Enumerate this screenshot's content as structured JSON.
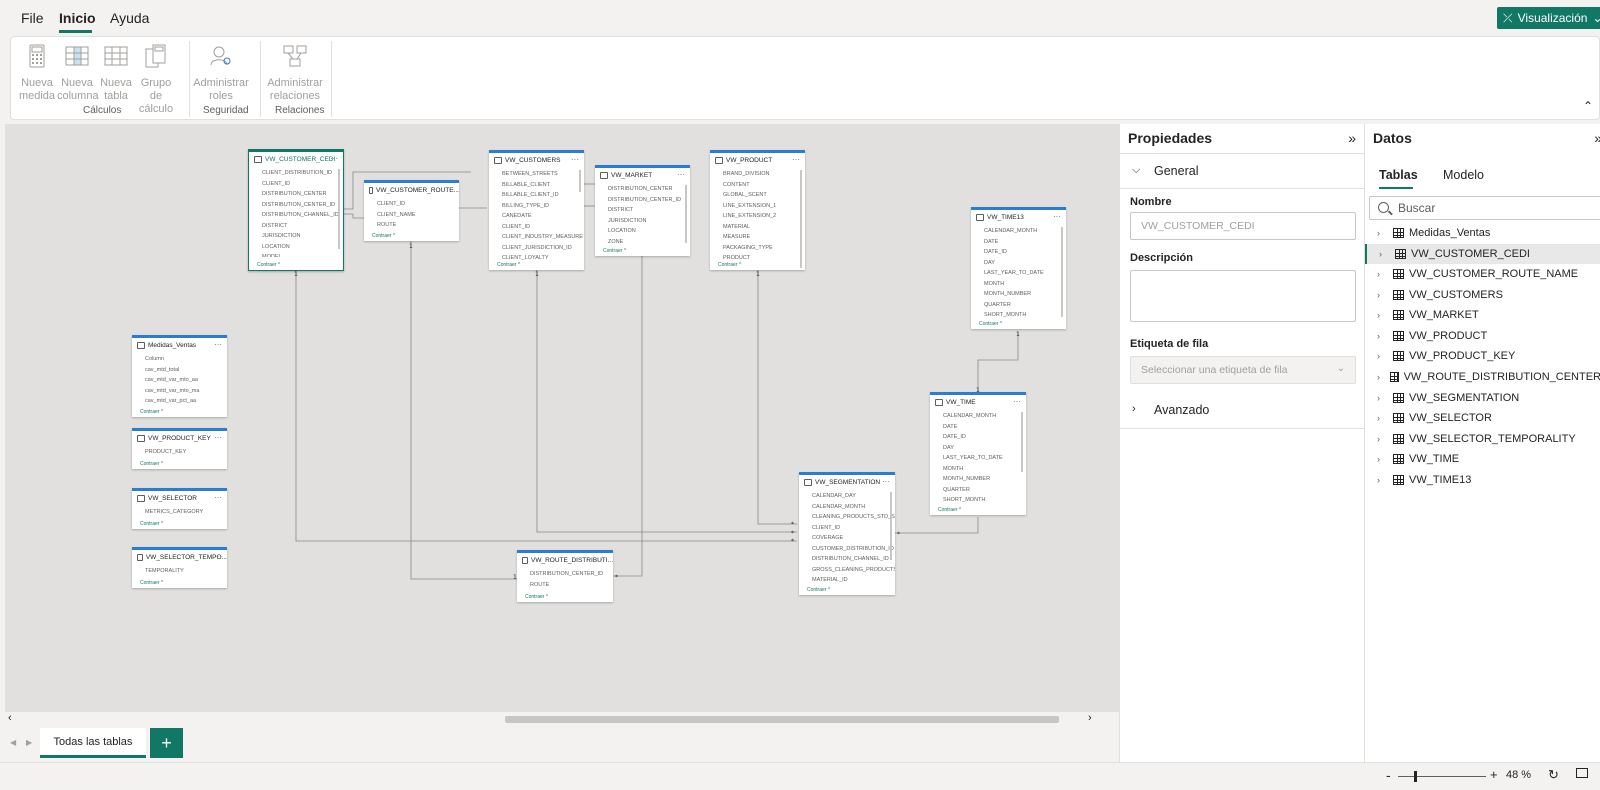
{
  "menu": {
    "file": "File",
    "inicio": "Inicio",
    "ayuda": "Ayuda",
    "visualizacion": "Visualización"
  },
  "ribbon": {
    "nueva_medida": "Nueva medida",
    "nueva_columna": "Nueva columna",
    "nueva_tabla": "Nueva tabla",
    "grupo_calculo": "Grupo de cálculo",
    "administrar_roles": "Administrar roles",
    "administrar_relaciones": "Administrar relaciones",
    "grupo_calculos": "Cálculos",
    "grupo_seguridad": "Seguridad",
    "grupo_relaciones": "Relaciones"
  },
  "canvas": {
    "contraer": "Contraer ^",
    "tables": [
      {
        "name": "VW_CUSTOMER_CEDI",
        "selected": true,
        "fields": [
          "CLIENT_DISTRIBUTION_ID",
          "CLIENT_ID",
          "DISTRIBUTION_CENTER",
          "DISTRIBUTION_CENTER_ID",
          "DISTRIBUTION_CHANNEL_ID",
          "DISTRICT",
          "JURISDICTION",
          "LOCATION",
          "MODEL"
        ]
      },
      {
        "name": "VW_CUSTOMER_ROUTE...",
        "selected": false,
        "fields": [
          "CLIENT_ID",
          "CLIENT_NAME",
          "ROUTE"
        ]
      },
      {
        "name": "VW_CUSTOMERS",
        "selected": false,
        "fields": [
          "BETWEEN_STREETS",
          "BILLABLE_CLIENT",
          "BILLABLE_CLIENT_ID",
          "BILLING_TYPE_ID",
          "CANEDATE",
          "CLIENT_ID",
          "CLIENT_INDUSTRY_MEASURE",
          "CLIENT_JURISDICTION_ID",
          "CLIENT_LOYALTY"
        ]
      },
      {
        "name": "VW_MARKET",
        "selected": false,
        "fields": [
          "DISTRIBUTION_CENTER",
          "DISTRIBUTION_CENTER_ID",
          "DISTRICT",
          "JURISDICTION",
          "LOCATION",
          "ZONE"
        ]
      },
      {
        "name": "VW_PRODUCT",
        "selected": false,
        "fields": [
          "BRAND_DIVISION",
          "CONTENT",
          "GLOBAL_SCENT",
          "LINE_EXTENSION_1",
          "LINE_EXTENSION_2",
          "MATERIAL",
          "MEASURE",
          "PACKAGING_TYPE",
          "PRODUCT"
        ]
      },
      {
        "name": "VW_TIME13",
        "selected": false,
        "fields": [
          "CALENDAR_MONTH",
          "DATE",
          "DATE_ID",
          "DAY",
          "LAST_YEAR_TO_DATE",
          "MONTH",
          "MONTH_NUMBER",
          "QUARTER",
          "SHORT_MONTH"
        ]
      },
      {
        "name": "Medidas_Ventas",
        "selected": false,
        "fields": [
          "Column",
          "cav_mtd_total",
          "cav_mtd_var_mto_aa",
          "cav_mtd_var_mto_ma",
          "cav_mtd_var_pct_aa"
        ]
      },
      {
        "name": "VW_PRODUCT_KEY",
        "selected": false,
        "fields": [
          "PRODUCT_KEY"
        ]
      },
      {
        "name": "VW_SELECTOR",
        "selected": false,
        "fields": [
          "METRICS_CATEGORY"
        ]
      },
      {
        "name": "VW_SELECTOR_TEMPO...",
        "selected": false,
        "fields": [
          "TEMPORALITY"
        ]
      },
      {
        "name": "VW_TIME",
        "selected": false,
        "fields": [
          "CALENDAR_MONTH",
          "DATE",
          "DATE_ID",
          "DAY",
          "LAST_YEAR_TO_DATE",
          "MONTH",
          "MONTH_NUMBER",
          "QUARTER",
          "SHORT_MONTH"
        ]
      },
      {
        "name": "VW_SEGMENTATION",
        "selected": false,
        "fields": [
          "CALENDAR_DAY",
          "CALENDAR_MONTH",
          "CLEANING_PRODUCTS_STD_SALES",
          "CLIENT_ID",
          "COVERAGE",
          "CUSTOMER_DISTRIBUTION_ID",
          "DISTRIBUTION_CHANNEL_ID",
          "GROSS_CLEANING_PRODUCTS_S...",
          "MATERIAL_ID"
        ]
      },
      {
        "name": "VW_ROUTE_DISTRIBUTI...",
        "selected": false,
        "fields": [
          "DISTRIBUTION_CENTER_ID",
          "ROUTE"
        ]
      }
    ],
    "rel_one": "1",
    "rel_many": "*"
  },
  "pages": {
    "tab": "Todas las tablas",
    "add": "+"
  },
  "status": {
    "zoom": "48 %",
    "zoom_minus": "-",
    "zoom_plus": "+"
  },
  "propiedades": {
    "title": "Propiedades",
    "general": "General",
    "nombre_label": "Nombre",
    "nombre_value": "VW_CUSTOMER_CEDI",
    "descripcion_label": "Descripción",
    "etiqueta_label": "Etiqueta de fila",
    "etiqueta_placeholder": "Seleccionar una etiqueta de fila",
    "avanzado": "Avanzado"
  },
  "datos": {
    "title": "Datos",
    "tab_tablas": "Tablas",
    "tab_modelo": "Modelo",
    "search_placeholder": "Buscar",
    "items": [
      "Medidas_Ventas",
      "VW_CUSTOMER_CEDI",
      "VW_CUSTOMER_ROUTE_NAME",
      "VW_CUSTOMERS",
      "VW_MARKET",
      "VW_PRODUCT",
      "VW_PRODUCT_KEY",
      "VW_ROUTE_DISTRIBUTION_CENTER",
      "VW_SEGMENTATION",
      "VW_SELECTOR",
      "VW_SELECTOR_TEMPORALITY",
      "VW_TIME",
      "VW_TIME13"
    ],
    "selected_index": 1
  },
  "colors": {
    "accent": "#117865",
    "table_header": "#2b7cd3",
    "canvas_bg": "#e1e0df"
  }
}
